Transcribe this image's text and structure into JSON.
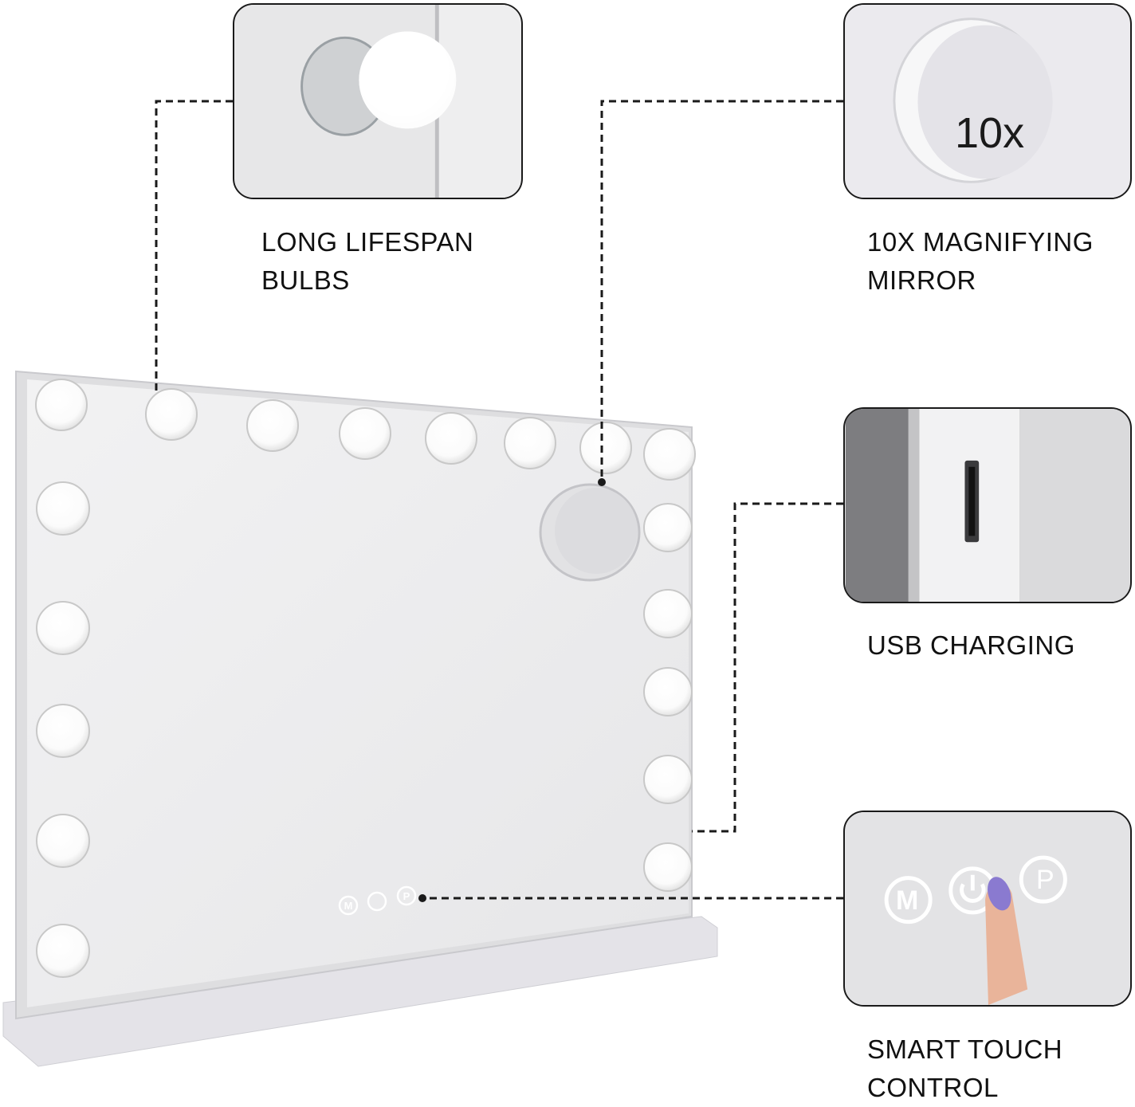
{
  "image": {
    "subject": "Hollywood vanity mirror with LED bulbs",
    "colors": {
      "line": "#1a1a1a",
      "frame": "#e7e7e9",
      "bulb": "#ffffff",
      "background": "#ffffff"
    }
  },
  "features": [
    {
      "id": "bulbs",
      "lines": [
        "LONG LIFESPAN",
        "BULBS"
      ],
      "icon": "bulb-icon"
    },
    {
      "id": "magnifier",
      "lines": [
        "10X MAGNIFYING",
        "MIRROR"
      ],
      "badge": "10x",
      "icon": "magnifier-icon"
    },
    {
      "id": "usb",
      "lines": [
        "USB CHARGING"
      ],
      "icon": "usb-port-icon"
    },
    {
      "id": "touch",
      "lines": [
        "SMART TOUCH",
        "CONTROL"
      ],
      "buttons": [
        "M",
        "P"
      ],
      "icon": "touch-control-icon"
    }
  ]
}
